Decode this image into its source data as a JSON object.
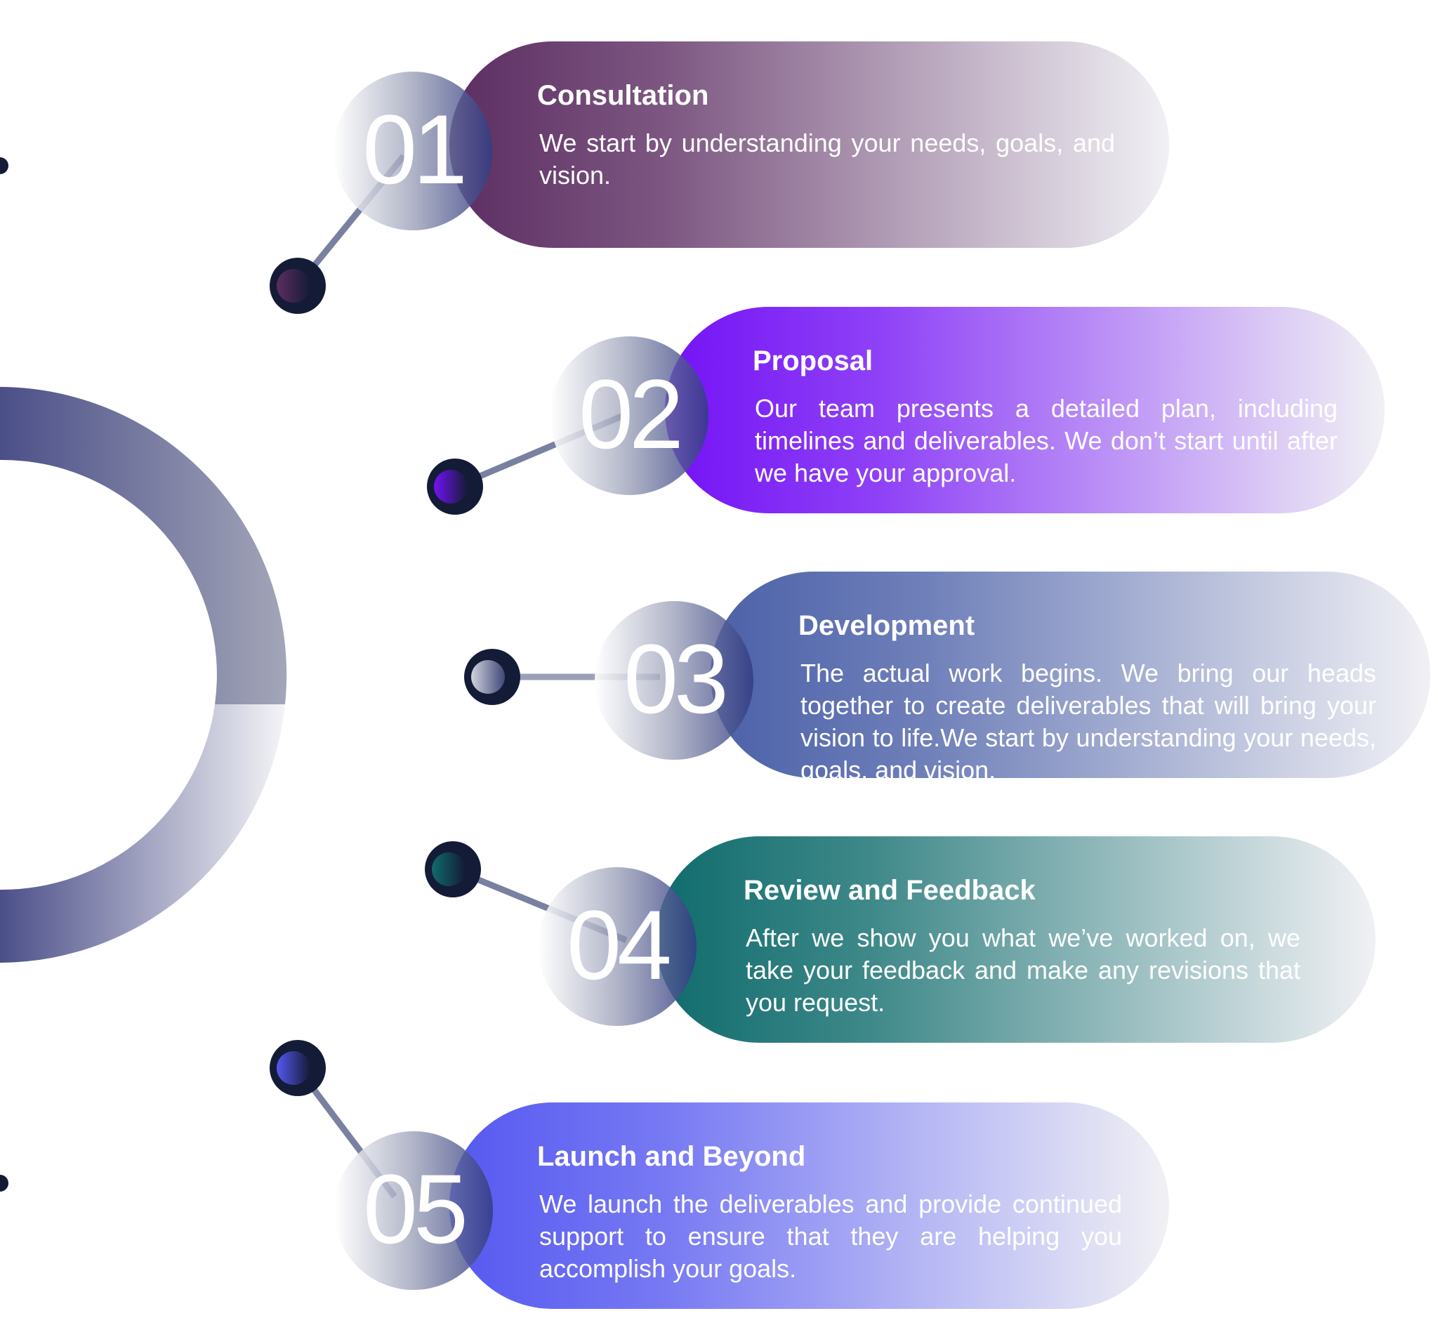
{
  "steps": [
    {
      "number": "01",
      "title": "Consultation",
      "text": "We start by understanding your needs, goals, and vision.",
      "color": "#5c2d62"
    },
    {
      "number": "02",
      "title": "Proposal",
      "text": "Our team presents a detailed plan, including timelines and deliverables. We don’t start until after we have your approval.",
      "color": "#7312f5"
    },
    {
      "number": "03",
      "title": "Development",
      "text": "The actual work begins. We bring our heads together to create deliverables that will bring your vision to life.We start by understanding your needs, goals, and vision.",
      "color": "#4b60a8"
    },
    {
      "number": "04",
      "title": "Review and Feedback",
      "text": "After we show you what we’ve worked on, we take your feedback and make any revisions that you request.",
      "color": "#0f6b6c"
    },
    {
      "number": "05",
      "title": "Launch and Beyond",
      "text": "We launch the deliverables and provide continued support to ensure that they are helping you accomplish your goals.",
      "color": "#5558f0"
    }
  ]
}
